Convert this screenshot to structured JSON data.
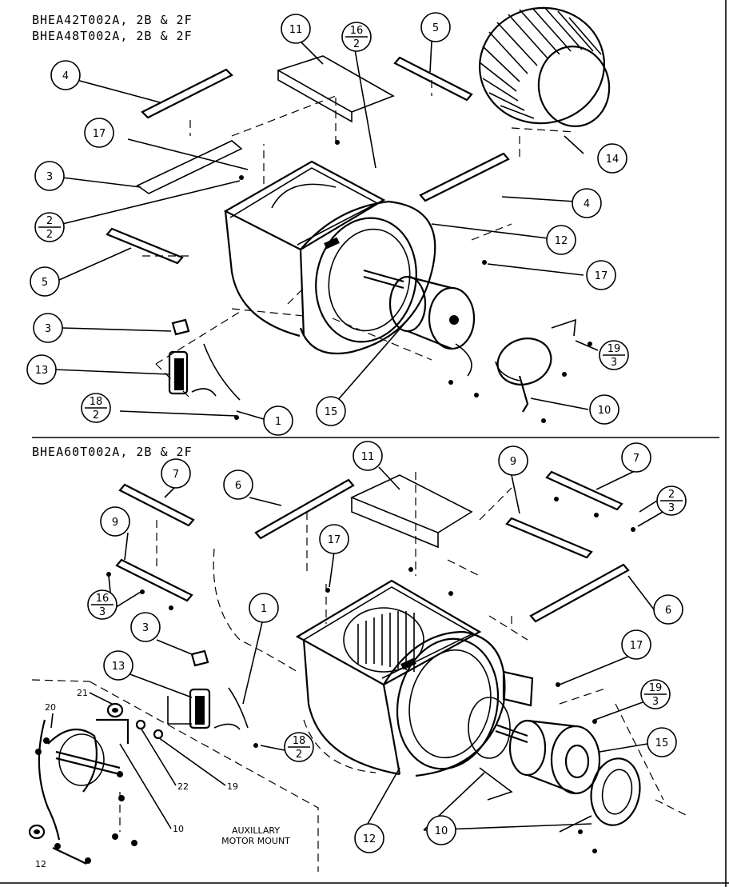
{
  "header_top_line1": "BHEA42T002A, 2B & 2F",
  "header_top_line2": "BHEA48T002A, 2B & 2F",
  "header_bottom": "BHEA60T002A, 2B & 2F",
  "aux_label_line1": "AUXILLARY",
  "aux_label_line2": "MOTOR MOUNT",
  "corner_mark": "12",
  "top_callouts": [
    {
      "id": "11",
      "label": "11"
    },
    {
      "id": "16-2",
      "num": "16",
      "den": "2"
    },
    {
      "id": "5a",
      "label": "5"
    },
    {
      "id": "4a",
      "label": "4"
    },
    {
      "id": "17a",
      "label": "17"
    },
    {
      "id": "3a",
      "label": "3"
    },
    {
      "id": "2-2",
      "num": "2",
      "den": "2"
    },
    {
      "id": "5b",
      "label": "5"
    },
    {
      "id": "14",
      "label": "14"
    },
    {
      "id": "4b",
      "label": "4"
    },
    {
      "id": "12a",
      "label": "12"
    },
    {
      "id": "17b",
      "label": "17"
    },
    {
      "id": "3b",
      "label": "3"
    },
    {
      "id": "13a",
      "label": "13"
    },
    {
      "id": "18-2a",
      "num": "18",
      "den": "2"
    },
    {
      "id": "1a",
      "label": "1"
    },
    {
      "id": "15a",
      "label": "15"
    },
    {
      "id": "19-3a",
      "num": "19",
      "den": "3"
    },
    {
      "id": "10a",
      "label": "10"
    }
  ],
  "bottom_callouts": [
    {
      "id": "11b",
      "label": "11"
    },
    {
      "id": "9a",
      "label": "9"
    },
    {
      "id": "7a",
      "label": "7"
    },
    {
      "id": "7b",
      "label": "7"
    },
    {
      "id": "6a",
      "label": "6"
    },
    {
      "id": "9b",
      "label": "9"
    },
    {
      "id": "2-3",
      "num": "2",
      "den": "3"
    },
    {
      "id": "17c",
      "label": "17"
    },
    {
      "id": "16-3",
      "num": "16",
      "den": "3"
    },
    {
      "id": "1b",
      "label": "1"
    },
    {
      "id": "3c",
      "label": "3"
    },
    {
      "id": "6b",
      "label": "6"
    },
    {
      "id": "13b",
      "label": "13"
    },
    {
      "id": "17d",
      "label": "17"
    },
    {
      "id": "19-3b",
      "num": "19",
      "den": "3"
    },
    {
      "id": "18-2b",
      "num": "18",
      "den": "2"
    },
    {
      "id": "15b",
      "label": "15"
    },
    {
      "id": "12b",
      "label": "12"
    },
    {
      "id": "10b",
      "label": "10"
    }
  ],
  "aux_labels": [
    "21",
    "20",
    "22",
    "19",
    "10"
  ]
}
